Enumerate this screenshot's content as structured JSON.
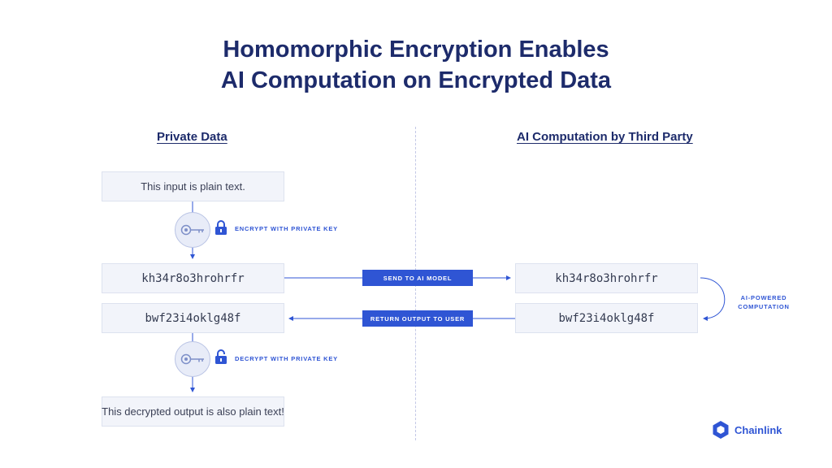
{
  "title": {
    "line1": "Homomorphic Encryption Enables",
    "line2": "AI Computation on Encrypted Data"
  },
  "left": {
    "heading": "Private Data",
    "input_text": "This input is plain text.",
    "encrypt_label": "ENCRYPT WITH PRIVATE KEY",
    "cipher_in": "kh34r8o3hrohrfr",
    "cipher_out": "bwf23i4oklg48f",
    "decrypt_label": "DECRYPT WITH PRIVATE KEY",
    "output_text": "This decrypted output is also plain text!"
  },
  "right": {
    "heading": "AI Computation by Third Party",
    "cipher_in": "kh34r8o3hrohrfr",
    "cipher_out": "bwf23i4oklg48f",
    "computation_label_line1": "AI-POWERED",
    "computation_label_line2": "COMPUTATION"
  },
  "connectors": {
    "send_label": "SEND TO AI MODEL",
    "return_label": "RETURN OUTPUT TO USER"
  },
  "logo": {
    "text": "Chainlink"
  },
  "colors": {
    "title": "#1d2b6b",
    "accent": "#2f55d4",
    "box_bg": "#f2f4fa",
    "box_border": "#dde2ef",
    "divider": "#c3c8e6"
  },
  "icons": [
    "key-icon",
    "lock-closed-icon",
    "lock-open-icon",
    "chainlink-logo-icon"
  ]
}
